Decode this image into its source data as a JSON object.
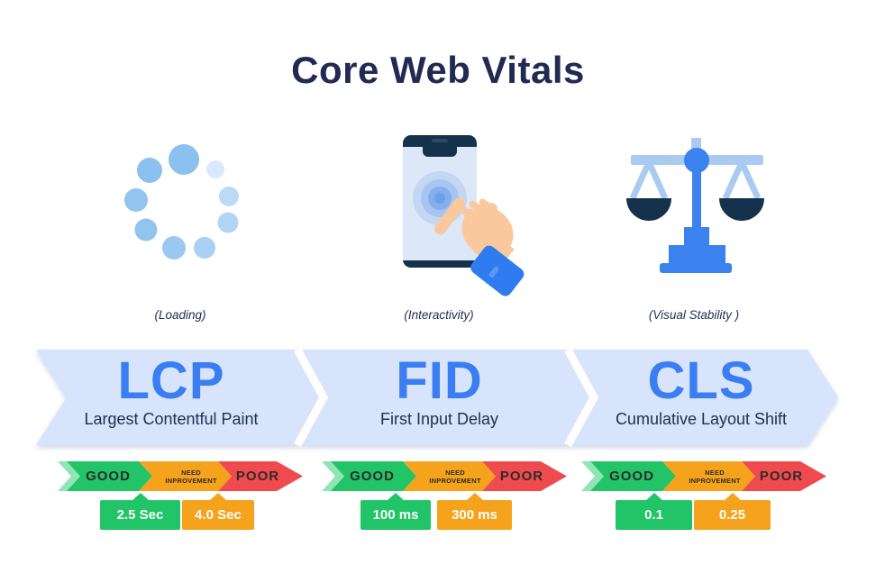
{
  "title": "Core Web Vitals",
  "colors": {
    "title_navy": "#212a52",
    "band_blue": "#d7e4fb",
    "acronym_blue": "#3b7df2",
    "good_green": "#22c468",
    "need_orange": "#f5a31c",
    "poor_red": "#ef4b4e"
  },
  "scale_labels": {
    "good": "GOOD",
    "need_line1": "NEED",
    "need_line2": "INPROVEMENT",
    "poor": "POOR"
  },
  "metrics": [
    {
      "icon": "loading-spinner-icon",
      "category": "(Loading)",
      "acronym": "LCP",
      "name": "Largest Contentful Paint",
      "good_threshold": "2.5 Sec",
      "poor_threshold": "4.0 Sec"
    },
    {
      "icon": "phone-tap-icon",
      "category": "(Interactivity)",
      "acronym": "FID",
      "name": "First Input Delay",
      "good_threshold": "100 ms",
      "poor_threshold": "300 ms"
    },
    {
      "icon": "balance-scale-icon",
      "category": "(Visual Stability )",
      "acronym": "CLS",
      "name": "Cumulative Layout Shift",
      "good_threshold": "0.1",
      "poor_threshold": "0.25"
    }
  ]
}
